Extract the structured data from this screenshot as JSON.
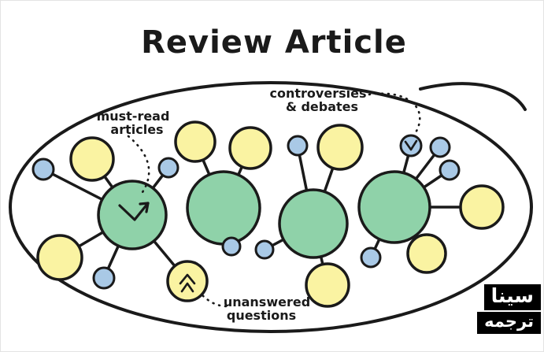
{
  "title": "Review Article",
  "diagram": {
    "type": "concept-map",
    "description": "hand-drawn ellipse containing four green hub circles linked to yellow and blue satellite circles",
    "labels": {
      "must_read": {
        "line1": "must-read",
        "line2": "articles"
      },
      "controversies": {
        "line1": "controversies",
        "line2": "& debates"
      },
      "unanswered": {
        "line1": "unanswered",
        "line2": "questions"
      }
    },
    "colors": {
      "hub_fill": "#8fd2a9",
      "article_fill": "#faf3a2",
      "minor_fill": "#a9c9e6",
      "outline": "#1a1a1a",
      "background": "#ffffff"
    },
    "node_counts": {
      "green_hubs": 4,
      "yellow_nodes": 9,
      "blue_nodes": 10
    }
  },
  "watermark": {
    "line1": "سينا",
    "line2": "ترجمه"
  }
}
